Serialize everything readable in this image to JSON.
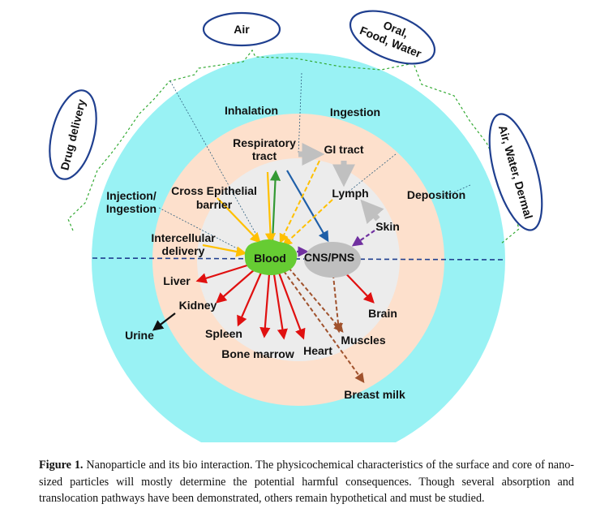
{
  "diagram": {
    "sources": {
      "air": "Air",
      "oral_line1": "Oral,",
      "oral_line2": "Food, Water",
      "drug_delivery": "Drug delivery",
      "dermal": "Air, Water, Dermal"
    },
    "routes": {
      "inhalation": "Inhalation",
      "ingestion": "Ingestion",
      "injection_line1": "Injection/",
      "injection_line2": "Ingestion",
      "deposition": "Deposition"
    },
    "organs": {
      "respiratory_line1": "Respiratory",
      "respiratory_line2": "tract",
      "gi_tract": "GI tract",
      "cross_line1": "Cross Epithelial",
      "cross_line2": "barrier",
      "lymph": "Lymph",
      "skin": "Skin",
      "intercellular_line1": "Intercellular",
      "intercellular_line2": "delivery",
      "blood": "Blood",
      "cns": "CNS/PNS",
      "liver": "Liver",
      "kidney": "Kidney",
      "urine": "Urine",
      "spleen": "Spleen",
      "bone_marrow": "Bone marrow",
      "heart": "Heart",
      "brain": "Brain",
      "muscles": "Muscles",
      "breast_milk": "Breast milk"
    },
    "colors": {
      "outer_ring": "#99f2f4",
      "middle_ring": "#fde0cc",
      "inner_disc": "#ececec",
      "blood_node": "#66cc33",
      "cns_node": "#bfbfbf",
      "red_arrow": "#e01010",
      "brown_arrow": "#a0522d",
      "yellow_arrow": "#ffc000",
      "green_arrow": "#339933",
      "blue_arrow": "#1f5fa8",
      "purple_arrow": "#7030a0",
      "gray_arrow": "#c0c0c0",
      "bracket": "#33aa33",
      "ellipse_border": "#1f3f8f"
    }
  },
  "caption": {
    "label": "Figure 1.",
    "text": "Nanoparticle and its bio interaction. The physicochemical characteristics of the surface and core of nano-sized particles will mostly determine the potential harmful consequences. Though several absorption and translocation pathways have been demonstrated, others remain hypothetical and must be studied."
  }
}
